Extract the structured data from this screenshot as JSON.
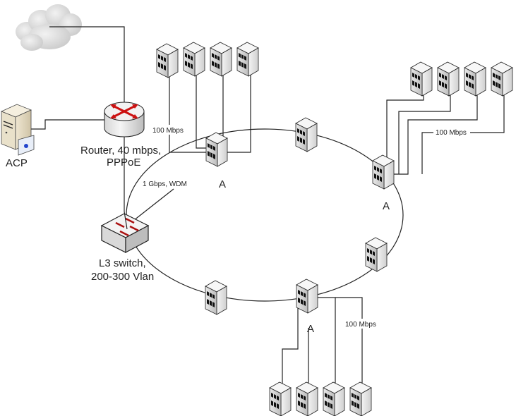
{
  "nodes": {
    "internet": {
      "label": ""
    },
    "acp": {
      "label": "ACP"
    },
    "router": {
      "label_line1": "Router, 40 mbps,",
      "label_line2": "PPPoE"
    },
    "l3switch": {
      "label_line1": "L3 switch,",
      "label_line2": "200-300 Vlan"
    },
    "ring_nodes": [
      {
        "id": "hub-top-left",
        "label": "A"
      },
      {
        "id": "ring-top",
        "label": ""
      },
      {
        "id": "hub-right",
        "label": "A"
      },
      {
        "id": "ring-lower-right",
        "label": ""
      },
      {
        "id": "hub-bottom",
        "label": "A"
      },
      {
        "id": "ring-lower-left",
        "label": ""
      }
    ]
  },
  "links": {
    "ring_label": "1 Gbps, WDM",
    "access_top_left": "100 Mbps",
    "access_right": "100 Mbps",
    "access_bottom": "100 Mbps"
  },
  "groups": {
    "top_left_buildings": 4,
    "right_buildings": 4,
    "bottom_buildings": 4
  },
  "colors": {
    "arrow_red": "#cc1111",
    "cloud_gray": "#d8d8d8",
    "line": "#222222"
  }
}
